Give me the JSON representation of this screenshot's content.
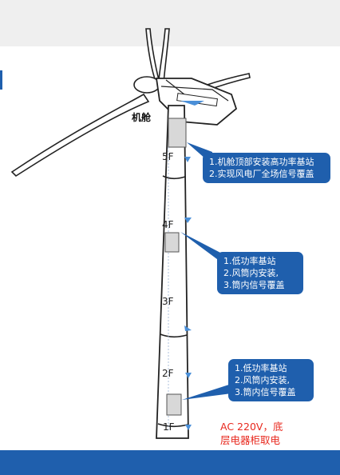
{
  "labels": {
    "nacelle": "机舱",
    "floors": [
      "5F",
      "4F",
      "3F",
      "2F",
      "1F"
    ]
  },
  "callouts": [
    {
      "lines": [
        "1.机舱顶部安装高功率基站",
        "2.实现风电厂全场信号覆盖"
      ]
    },
    {
      "lines": [
        "1.低功率基站",
        "2.风筒内安装,",
        "3.筒内信号覆盖"
      ]
    },
    {
      "lines": [
        "1.低功率基站",
        "2.风筒内安装,",
        "3.筒内信号覆盖"
      ]
    }
  ],
  "power_note": {
    "line1": "AC 220V，底",
    "line2": "层电器柜取电"
  },
  "colors": {
    "accent": "#1f5fad",
    "note": "#e8281e",
    "signal": "#4a8fd8"
  }
}
